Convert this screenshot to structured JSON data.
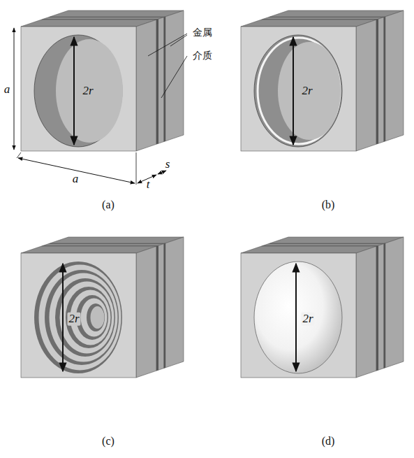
{
  "diagram": {
    "labels": [
      "金属",
      "介质",
      "a",
      "2r",
      "a",
      "t",
      "s",
      "(a)",
      "2r",
      "(b)",
      "2r",
      "(c)",
      "2r",
      "(d)"
    ]
  }
}
